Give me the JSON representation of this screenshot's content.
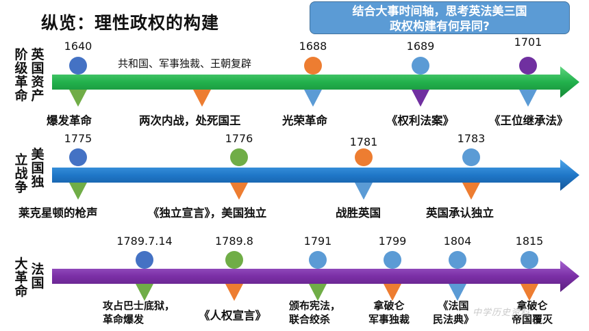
{
  "title": "纵览：理性政权的构建",
  "question": {
    "line1": "结合大事时间轴，思考英法美三国",
    "line2": "政权构建有何异同?"
  },
  "rows": [
    {
      "label_col1": "阶级革命",
      "label_col2": "英国资产",
      "note": "共和国、军事独裁、王朝复辟",
      "years": [
        "1640",
        "1688",
        "1689",
        "1701"
      ],
      "events": [
        "爆发革命",
        "两次内战，处死国王",
        "光荣革命",
        "《权利法案》",
        "《王位继承法》"
      ]
    },
    {
      "label_col1": "立战争",
      "label_col2": "美国独",
      "years": [
        "1775",
        "1776",
        "1781",
        "1783"
      ],
      "events": [
        "莱克星顿的枪声",
        "《独立宣言》，美国独立",
        "战胜英国",
        "英国承认独立"
      ]
    },
    {
      "label_col1": "大革命",
      "label_col2": "法国",
      "years": [
        "1789.7.14",
        "1789.8",
        "1791",
        "1799",
        "1804",
        "1815"
      ],
      "events": [
        {
          "l1": "攻占巴士底狱，",
          "l2": "革命爆发"
        },
        {
          "l1": "《人权宣言》",
          "l2": ""
        },
        {
          "l1": "颁布宪法，",
          "l2": "联合绞杀"
        },
        {
          "l1": "拿破仑",
          "l2": "军事独裁"
        },
        {
          "l1": "《法国",
          "l2": "民法典》"
        },
        {
          "l1": "拿破仑",
          "l2": "帝国覆灭"
        }
      ]
    }
  ],
  "watermark": "中学历史资料",
  "colors": {
    "row1_bar": "#22b14c",
    "row2_bar": "#1f77c8",
    "row3_bar": "#7b2fa6",
    "blue_marker": "#5b9bd5",
    "navy_marker": "#4472c4",
    "orange_marker": "#ed7d31",
    "green_marker": "#70ad47",
    "purple_marker": "#7030a0"
  }
}
